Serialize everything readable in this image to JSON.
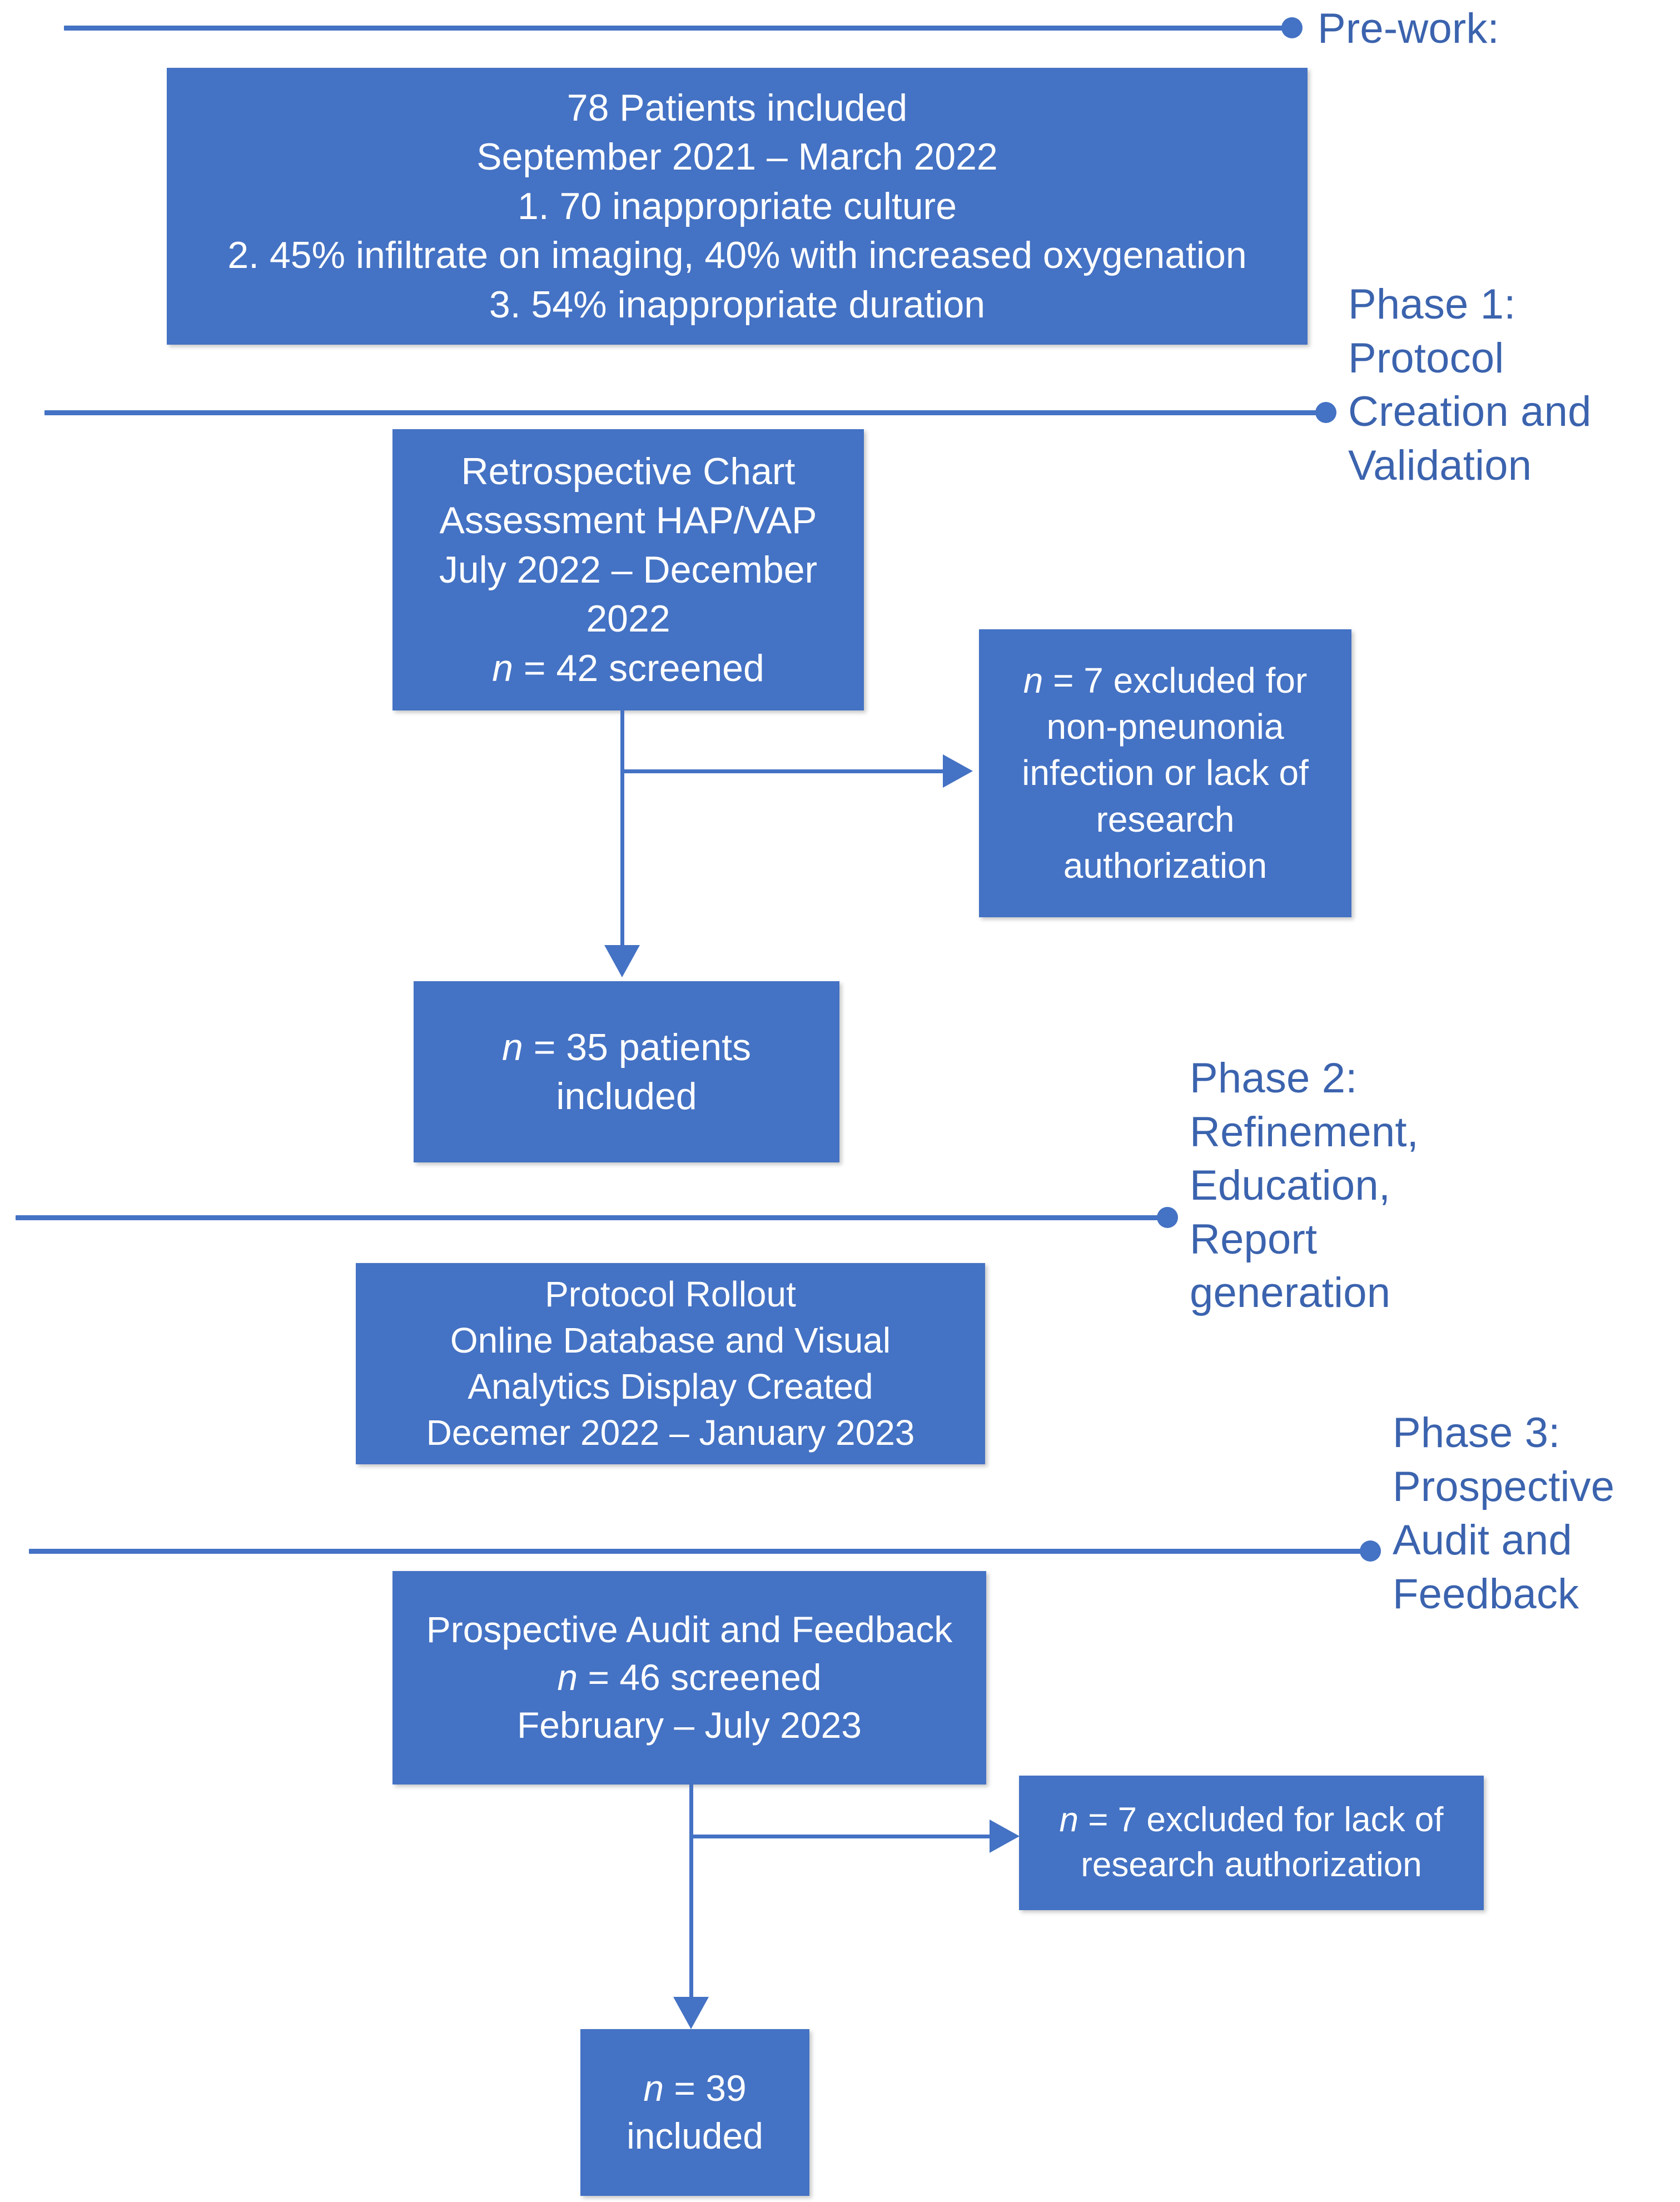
{
  "figure": {
    "kind": "study-flow-diagram",
    "accent_color": "#4472C4",
    "label_color": "#3B63AE",
    "box_text_color": "#FFFFFF",
    "background_color": "#FFFFFF"
  },
  "timeline": {
    "markers": [
      {
        "id": "pre-work",
        "label": "Pre-work:"
      },
      {
        "id": "phase-1",
        "label": "Phase 1: Protocol Creation and Validation"
      },
      {
        "id": "phase-2",
        "label": "Phase 2: Refinement, Education, Report generation"
      },
      {
        "id": "phase-3",
        "label": "Phase 3: Prospective Audit and Feedback"
      }
    ]
  },
  "labels": {
    "pre_work": "Pre-work:",
    "phase1": "Phase 1:\nProtocol\nCreation and\nValidation",
    "phase2": "Phase 2:\nRefinement,\nEducation,\nReport\ngeneration",
    "phase3": "Phase 3:\nProspective\nAudit and\nFeedback"
  },
  "boxes": {
    "prework_summary": {
      "lines": [
        "78 Patients included",
        "September 2021 – March 2022",
        "1. 70 inappropriate culture",
        "2. 45% infiltrate on imaging, 40% with increased oxygenation",
        "3. 54% inappropriate duration"
      ],
      "text": "78 Patients included\nSeptember 2021 – March 2022\n1. 70 inappropriate culture\n2. 45% infiltrate on imaging, 40% with increased oxygenation\n3. 54% inappropriate duration"
    },
    "retrospective_screen": {
      "lines": [
        "Retrospective Chart",
        "Assessment HAP/VAP",
        "July 2022 – December",
        "2022",
        "n = 42 screened"
      ],
      "text": "Retrospective Chart\nAssessment HAP/VAP\nJuly 2022 – December\n2022\nn = 42 screened",
      "n_screened": 42
    },
    "retrospective_excluded": {
      "lines": [
        "n = 7 excluded for",
        "non-pneunonia",
        "infection or lack of",
        "research",
        "authorization"
      ],
      "text": "n = 7 excluded for\nnon-pneunonia\ninfection or lack of\nresearch\nauthorization",
      "n_excluded": 7
    },
    "retrospective_included": {
      "lines": [
        "n = 35 patients",
        "included"
      ],
      "text": "n = 35 patients\nincluded",
      "n_included": 35
    },
    "protocol_rollout": {
      "lines": [
        "Protocol Rollout",
        "Online Database and Visual",
        "Analytics Display Created",
        "Decemer 2022 – January 2023"
      ],
      "text": "Protocol Rollout\nOnline Database and Visual\nAnalytics Display Created\nDecemer 2022 – January 2023"
    },
    "prospective_screen": {
      "lines": [
        "Prospective Audit and Feedback",
        "n = 46 screened",
        "February – July 2023"
      ],
      "text": "Prospective Audit and Feedback\nn = 46 screened\nFebruary – July 2023",
      "n_screened": 46
    },
    "prospective_excluded": {
      "lines": [
        "n = 7 excluded for lack of",
        "research authorization"
      ],
      "text": "n = 7 excluded for lack of\nresearch authorization",
      "n_excluded": 7
    },
    "prospective_included": {
      "lines": [
        "n = 39",
        "included"
      ],
      "text": "n = 39\nincluded",
      "n_included": 39
    }
  }
}
